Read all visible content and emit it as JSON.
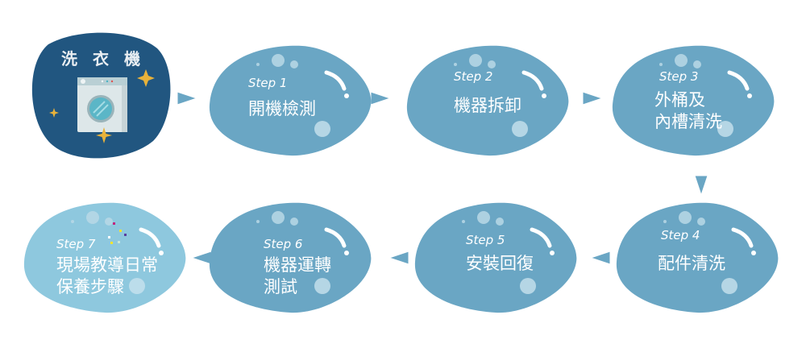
{
  "colors": {
    "blob": "#6aa6c4",
    "blob_light": "#8ec8de",
    "start_blob": "#215680",
    "arrow": "#6aa6c4",
    "sparkle": "#e8b23a"
  },
  "start": {
    "title": "洗 衣 機",
    "icon": "washing-machine-icon"
  },
  "steps": [
    {
      "label": "Step 1",
      "lines": [
        "開機檢測"
      ]
    },
    {
      "label": "Step 2",
      "lines": [
        "機器拆卸"
      ]
    },
    {
      "label": "Step 3",
      "lines": [
        "外桶及",
        "內槽清洗"
      ]
    },
    {
      "label": "Step 4",
      "lines": [
        "配件清洗"
      ]
    },
    {
      "label": "Step 5",
      "lines": [
        "安裝回復"
      ]
    },
    {
      "label": "Step 6",
      "lines": [
        "機器運轉",
        "測試"
      ]
    },
    {
      "label": "Step 7",
      "lines": [
        "現場教導日常",
        "保養步驟"
      ]
    }
  ]
}
